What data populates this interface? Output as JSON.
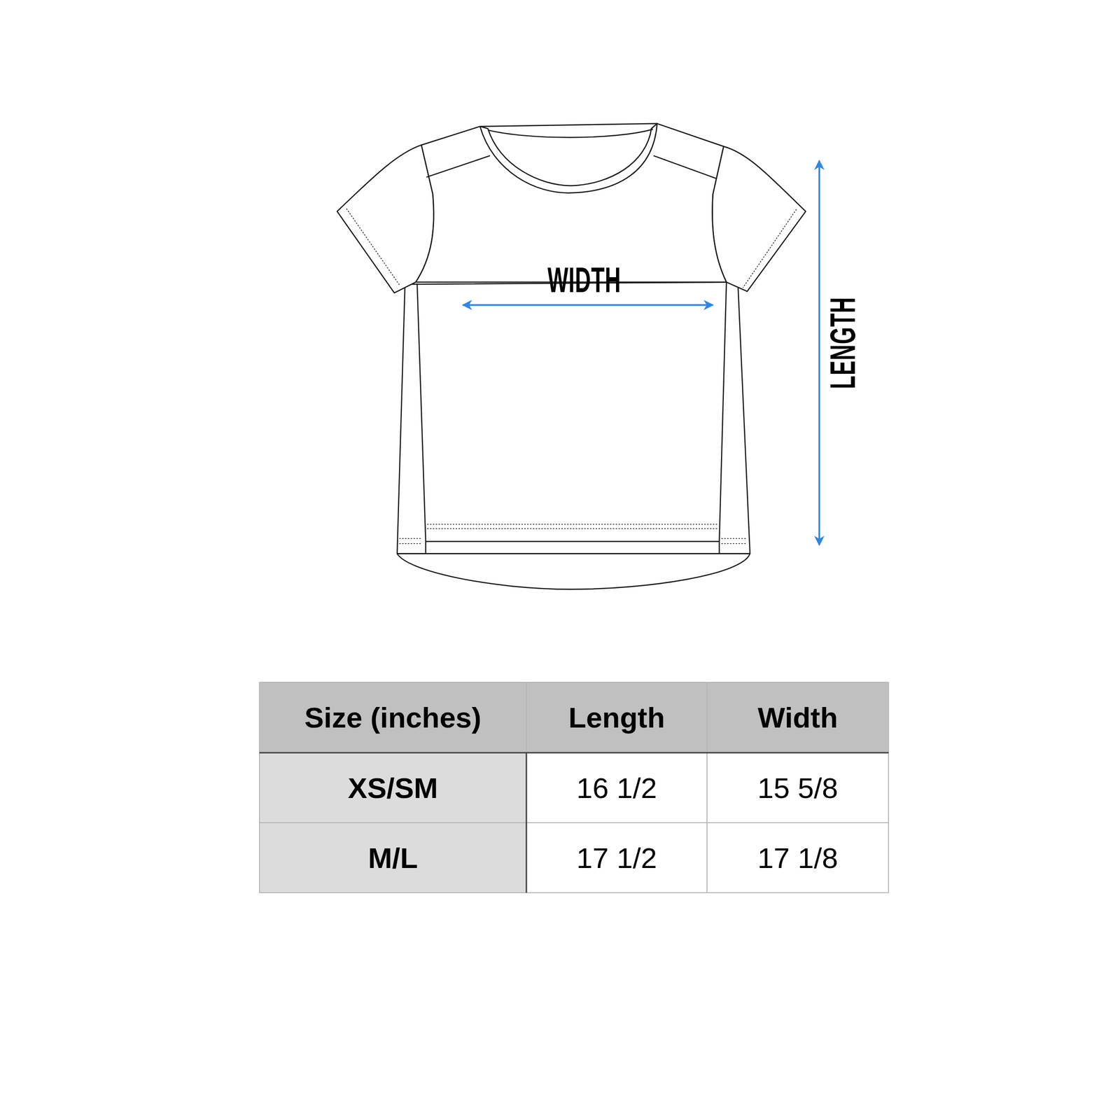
{
  "diagram": {
    "labels": [
      "WIDTH",
      "LENGTH",
      "Size (inches)",
      "Length",
      "Width",
      "XS/SM",
      "16 1/2",
      "15 5/8",
      "M/L",
      "17 1/2",
      "17 1/8"
    ]
  }
}
